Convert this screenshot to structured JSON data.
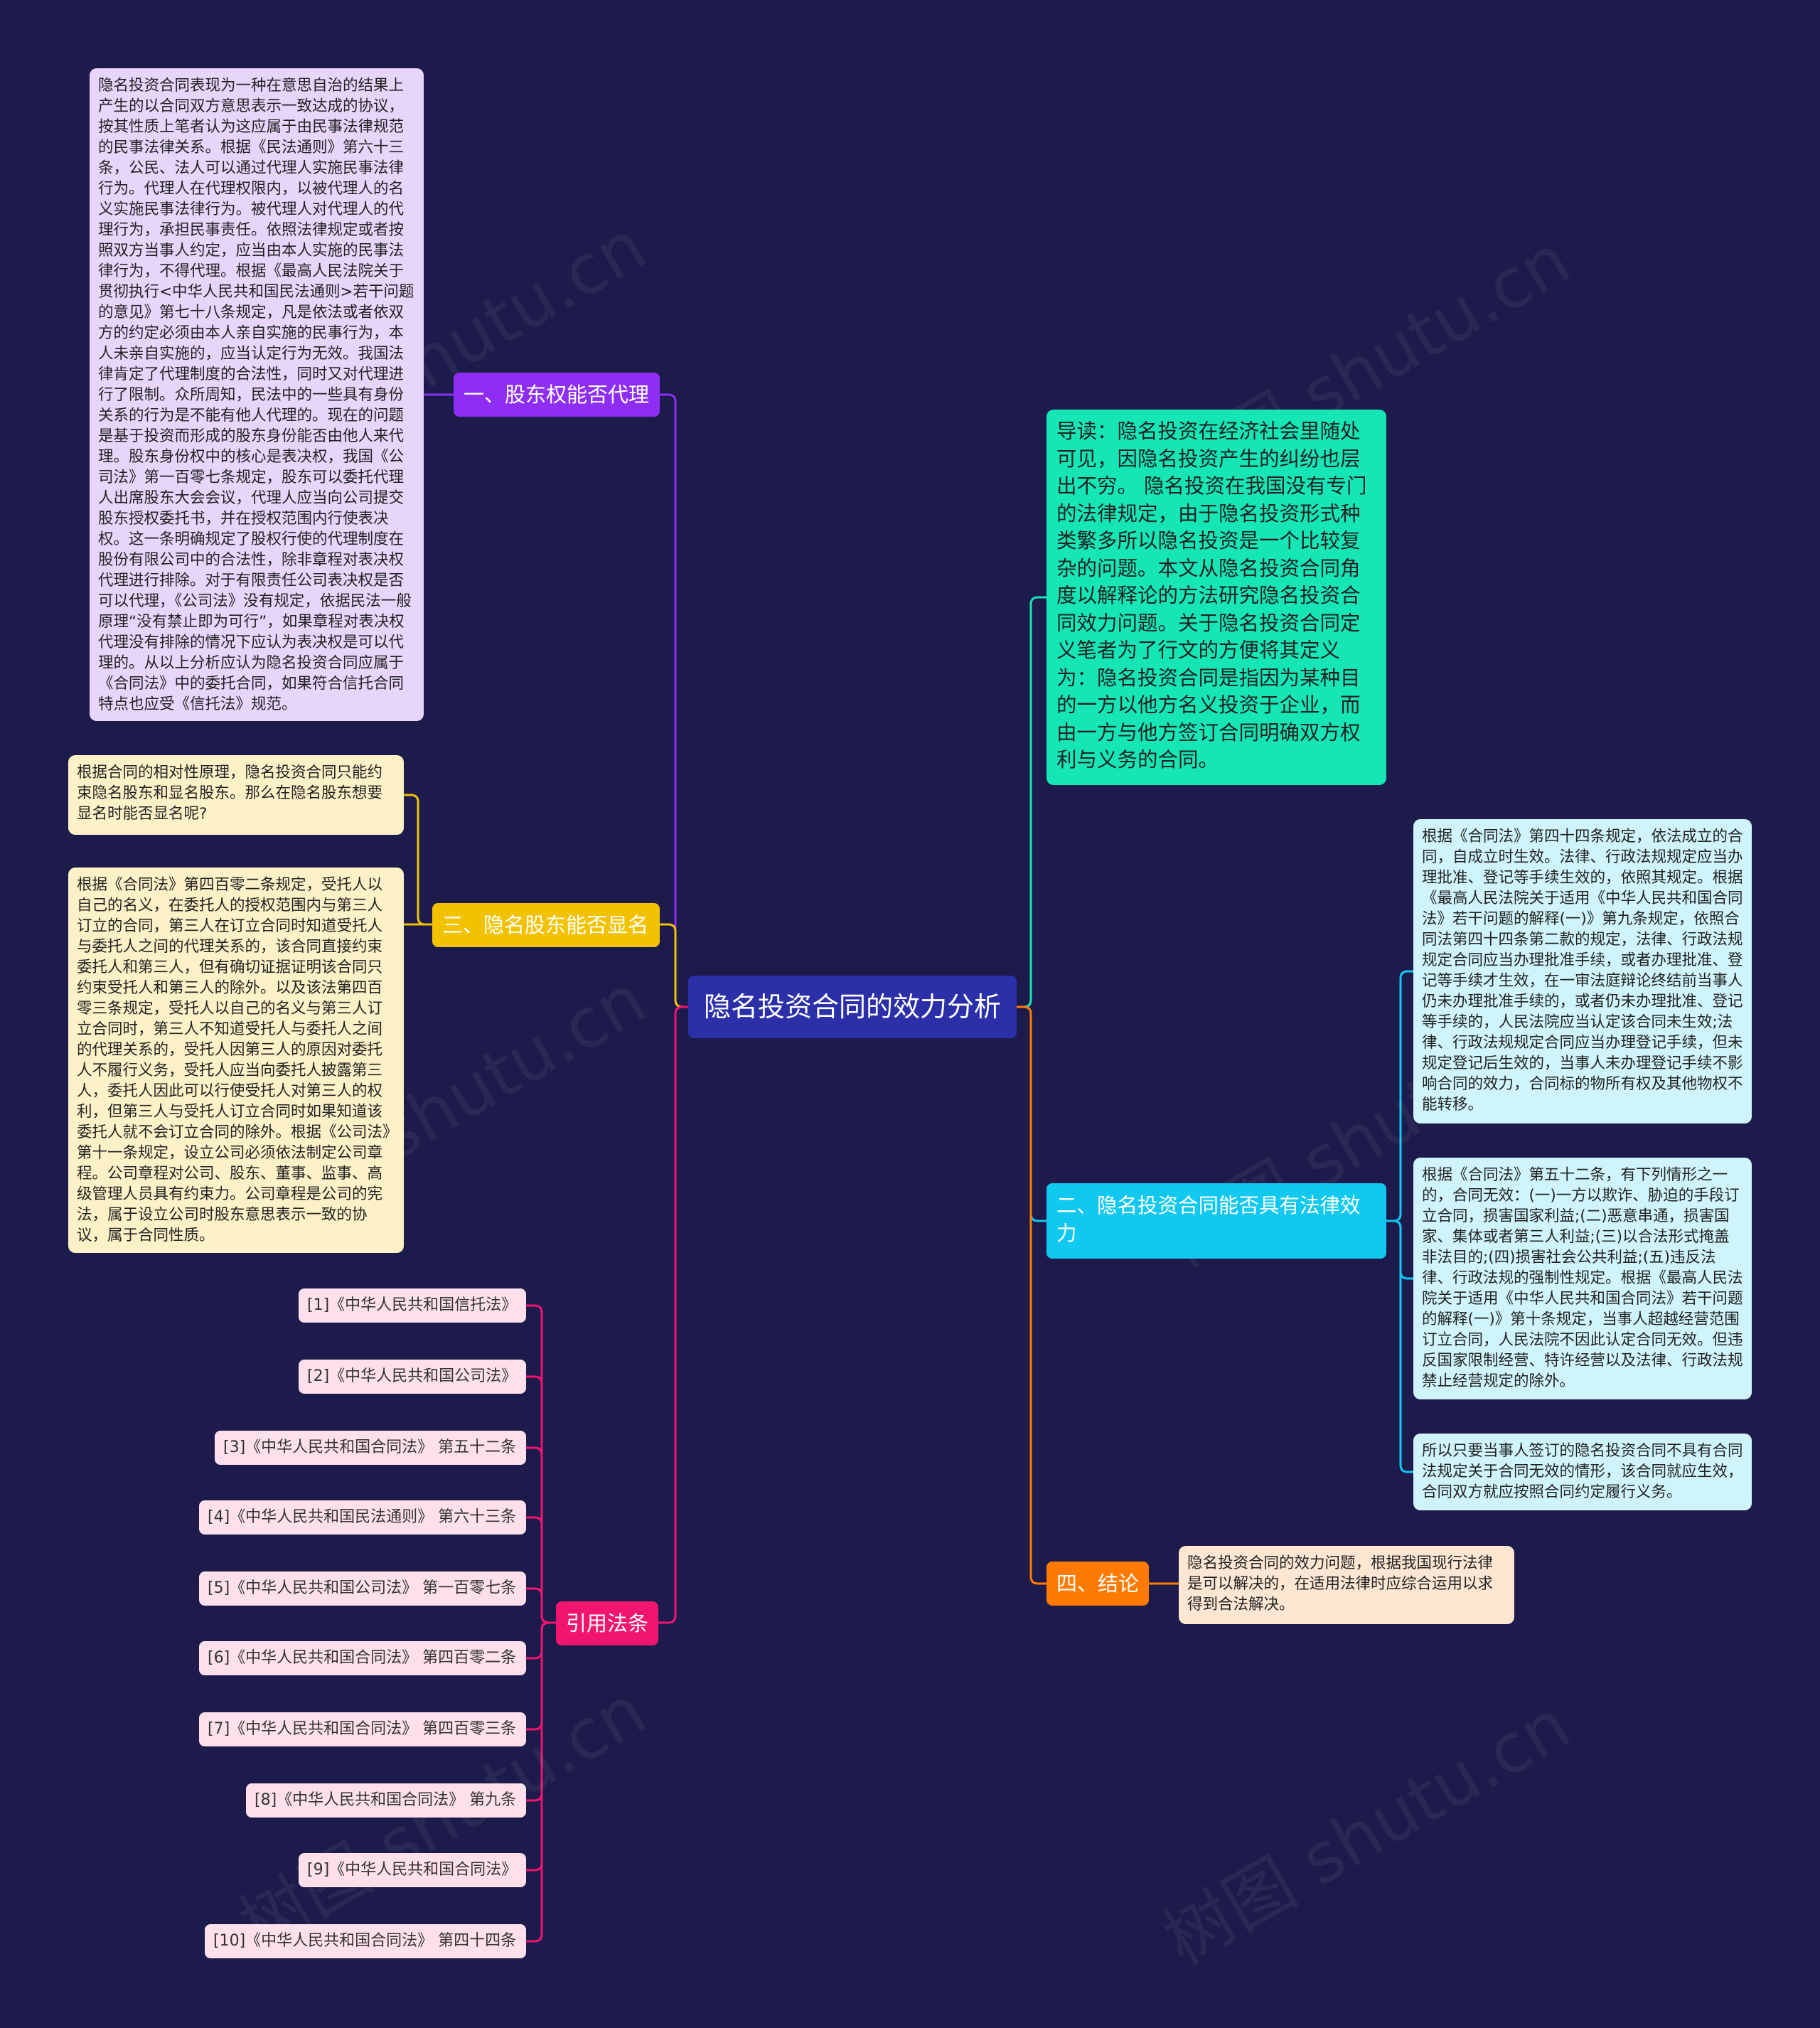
{
  "colors": {
    "background": "#1c1b4b",
    "center": "#2b2fa8",
    "branch1": "#8d2ef2",
    "branch3": "#f2c200",
    "refs": "#f0166f",
    "intro": "#16e6b6",
    "branch2": "#10c8f0",
    "branch4": "#ff7a00"
  },
  "center": {
    "label": "隐名投资合同的效力分析"
  },
  "watermark": "树图 shutu.cn",
  "left": {
    "branch1": {
      "label": "一、股东权能否代理",
      "text": "隐名投资合同表现为一种在意思自治的结果上产生的以合同双方意思表示一致达成的协议，按其性质上笔者认为这应属于由民事法律规范的民事法律关系。根据《民法通则》第六十三条，公民、法人可以通过代理人实施民事法律行为。代理人在代理权限内，以被代理人的名义实施民事法律行为。被代理人对代理人的代理行为，承担民事责任。依照法律规定或者按照双方当事人约定，应当由本人实施的民事法律行为，不得代理。根据《最高人民法院关于贯彻执行<中华人民共和国民法通则>若干问题的意见》第七十八条规定，凡是依法或者依双方的约定必须由本人亲自实施的民事行为，本人未亲自实施的，应当认定行为无效。我国法律肯定了代理制度的合法性，同时又对代理进行了限制。众所周知，民法中的一些具有身份关系的行为是不能有他人代理的。现在的问题是基于投资而形成的股东身份能否由他人来代理。股东身份权中的核心是表决权，我国《公司法》第一百零七条规定，股东可以委托代理人出席股东大会会议，代理人应当向公司提交股东授权委托书，并在授权范围内行使表决权。这一条明确规定了股权行使的代理制度在股份有限公司中的合法性，除非章程对表决权代理进行排除。对于有限责任公司表决权是否可以代理，《公司法》没有规定，依据民法一般原理“没有禁止即为可行”，如果章程对表决权代理没有排除的情况下应认为表决权是可以代理的。从以上分析应认为隐名投资合同应属于《合同法》中的委托合同，如果符合信托合同特点也应受《信托法》规范。"
    },
    "branch3": {
      "label": "三、隐名股东能否显名",
      "text1": "根据合同的相对性原理，隐名投资合同只能约束隐名股东和显名股东。那么在隐名股东想要显名时能否显名呢?",
      "text2": "根据《合同法》第四百零二条规定，受托人以自己的名义，在委托人的授权范围内与第三人订立的合同，第三人在订立合同时知道受托人与委托人之间的代理关系的，该合同直接约束委托人和第三人，但有确切证据证明该合同只约束受托人和第三人的除外。以及该法第四百零三条规定，受托人以自己的名义与第三人订立合同时，第三人不知道受托人与委托人之间的代理关系的，受托人因第三人的原因对委托人不履行义务，受托人应当向委托人披露第三人，委托人因此可以行使受托人对第三人的权利，但第三人与受托人订立合同时如果知道该委托人就不会订立合同的除外。根据《公司法》第十一条规定，设立公司必须依法制定公司章程。公司章程对公司、股东、董事、监事、高级管理人员具有约束力。公司章程是公司的宪法，属于设立公司时股东意思表示一致的协议，属于合同性质。"
    },
    "refs": {
      "label": "引用法条",
      "items": [
        "[1]《中华人民共和国信托法》",
        "[2]《中华人民共和国公司法》",
        "[3]《中华人民共和国合同法》 第五十二条",
        "[4]《中华人民共和国民法通则》 第六十三条",
        "[5]《中华人民共和国公司法》 第一百零七条",
        "[6]《中华人民共和国合同法》 第四百零二条",
        "[7]《中华人民共和国合同法》 第四百零三条",
        "[8]《中华人民共和国合同法》 第九条",
        "[9]《中华人民共和国合同法》",
        "[10]《中华人民共和国合同法》 第四十四条"
      ]
    }
  },
  "right": {
    "intro": {
      "text": "导读：隐名投资在经济社会里随处可见，因隐名投资产生的纠纷也层出不穷。 隐名投资在我国没有专门的法律规定，由于隐名投资形式种类繁多所以隐名投资是一个比较复杂的问题。本文从隐名投资合同角度以解释论的方法研究隐名投资合同效力问题。关于隐名投资合同定义笔者为了行文的方便将其定义为：隐名投资合同是指因为某种目的一方以他方名义投资于企业，而由一方与他方签订合同明确双方权利与义务的合同。"
    },
    "branch2": {
      "label": "二、隐名投资合同能否具有法律效力",
      "text1": "根据《合同法》第四十四条规定，依法成立的合同，自成立时生效。法律、行政法规规定应当办理批准、登记等手续生效的，依照其规定。根据《最高人民法院关于适用《中华人民共和国合同法》若干问题的解释(一)》第九条规定，依照合同法第四十四条第二款的规定，法律、行政法规规定合同应当办理批准手续，或者办理批准、登记等手续才生效，在一审法庭辩论终结前当事人仍未办理批准手续的，或者仍未办理批准、登记等手续的，人民法院应当认定该合同未生效;法律、行政法规规定合同应当办理登记手续，但未规定登记后生效的，当事人未办理登记手续不影响合同的效力，合同标的物所有权及其他物权不能转移。",
      "text2": "根据《合同法》第五十二条，有下列情形之一的，合同无效：(一)一方以欺诈、胁迫的手段订立合同，损害国家利益;(二)恶意串通，损害国家、集体或者第三人利益;(三)以合法形式掩盖非法目的;(四)损害社会公共利益;(五)违反法律、行政法规的强制性规定。根据《最高人民法院关于适用《中华人民共和国合同法》若干问题的解释(一)》第十条规定，当事人超越经营范围订立合同，人民法院不因此认定合同无效。但违反国家限制经营、特许经营以及法律、行政法规禁止经营规定的除外。",
      "text3": "所以只要当事人签订的隐名投资合同不具有合同法规定关于合同无效的情形，该合同就应生效，合同双方就应按照合同约定履行义务。"
    },
    "branch4": {
      "label": "四、结论",
      "text": "隐名投资合同的效力问题，根据我国现行法律是可以解决的，在适用法律时应综合运用以求得到合法解决。"
    }
  }
}
